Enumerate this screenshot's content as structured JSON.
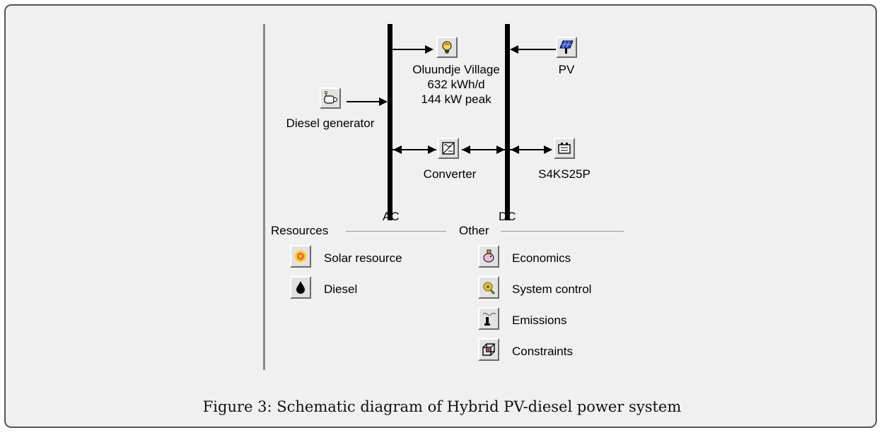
{
  "diagram": {
    "buses": {
      "ac_label": "AC",
      "dc_label": "DC"
    },
    "components": {
      "load": {
        "name": "Oluundje Village",
        "energy": "632 kWh/d",
        "peak": "144 kW peak",
        "icon": "lightbulb-icon"
      },
      "pv": {
        "name": "PV",
        "icon": "solar-panel-icon"
      },
      "generator": {
        "name": "Diesel generator",
        "icon": "generator-icon"
      },
      "converter": {
        "name": "Converter",
        "icon": "converter-icon"
      },
      "battery": {
        "name": "S4KS25P",
        "icon": "battery-icon"
      }
    },
    "resources": {
      "heading": "Resources",
      "items": [
        {
          "label": "Solar resource",
          "icon": "sun-icon"
        },
        {
          "label": "Diesel",
          "icon": "fuel-drop-icon"
        }
      ]
    },
    "other": {
      "heading": "Other",
      "items": [
        {
          "label": "Economics",
          "icon": "piggy-bank-icon"
        },
        {
          "label": "System control",
          "icon": "control-icon"
        },
        {
          "label": "Emissions",
          "icon": "smokestack-icon"
        },
        {
          "label": "Constraints",
          "icon": "cube-icon"
        }
      ]
    }
  },
  "caption": "Figure 3: Schematic diagram of Hybrid PV-diesel power system"
}
